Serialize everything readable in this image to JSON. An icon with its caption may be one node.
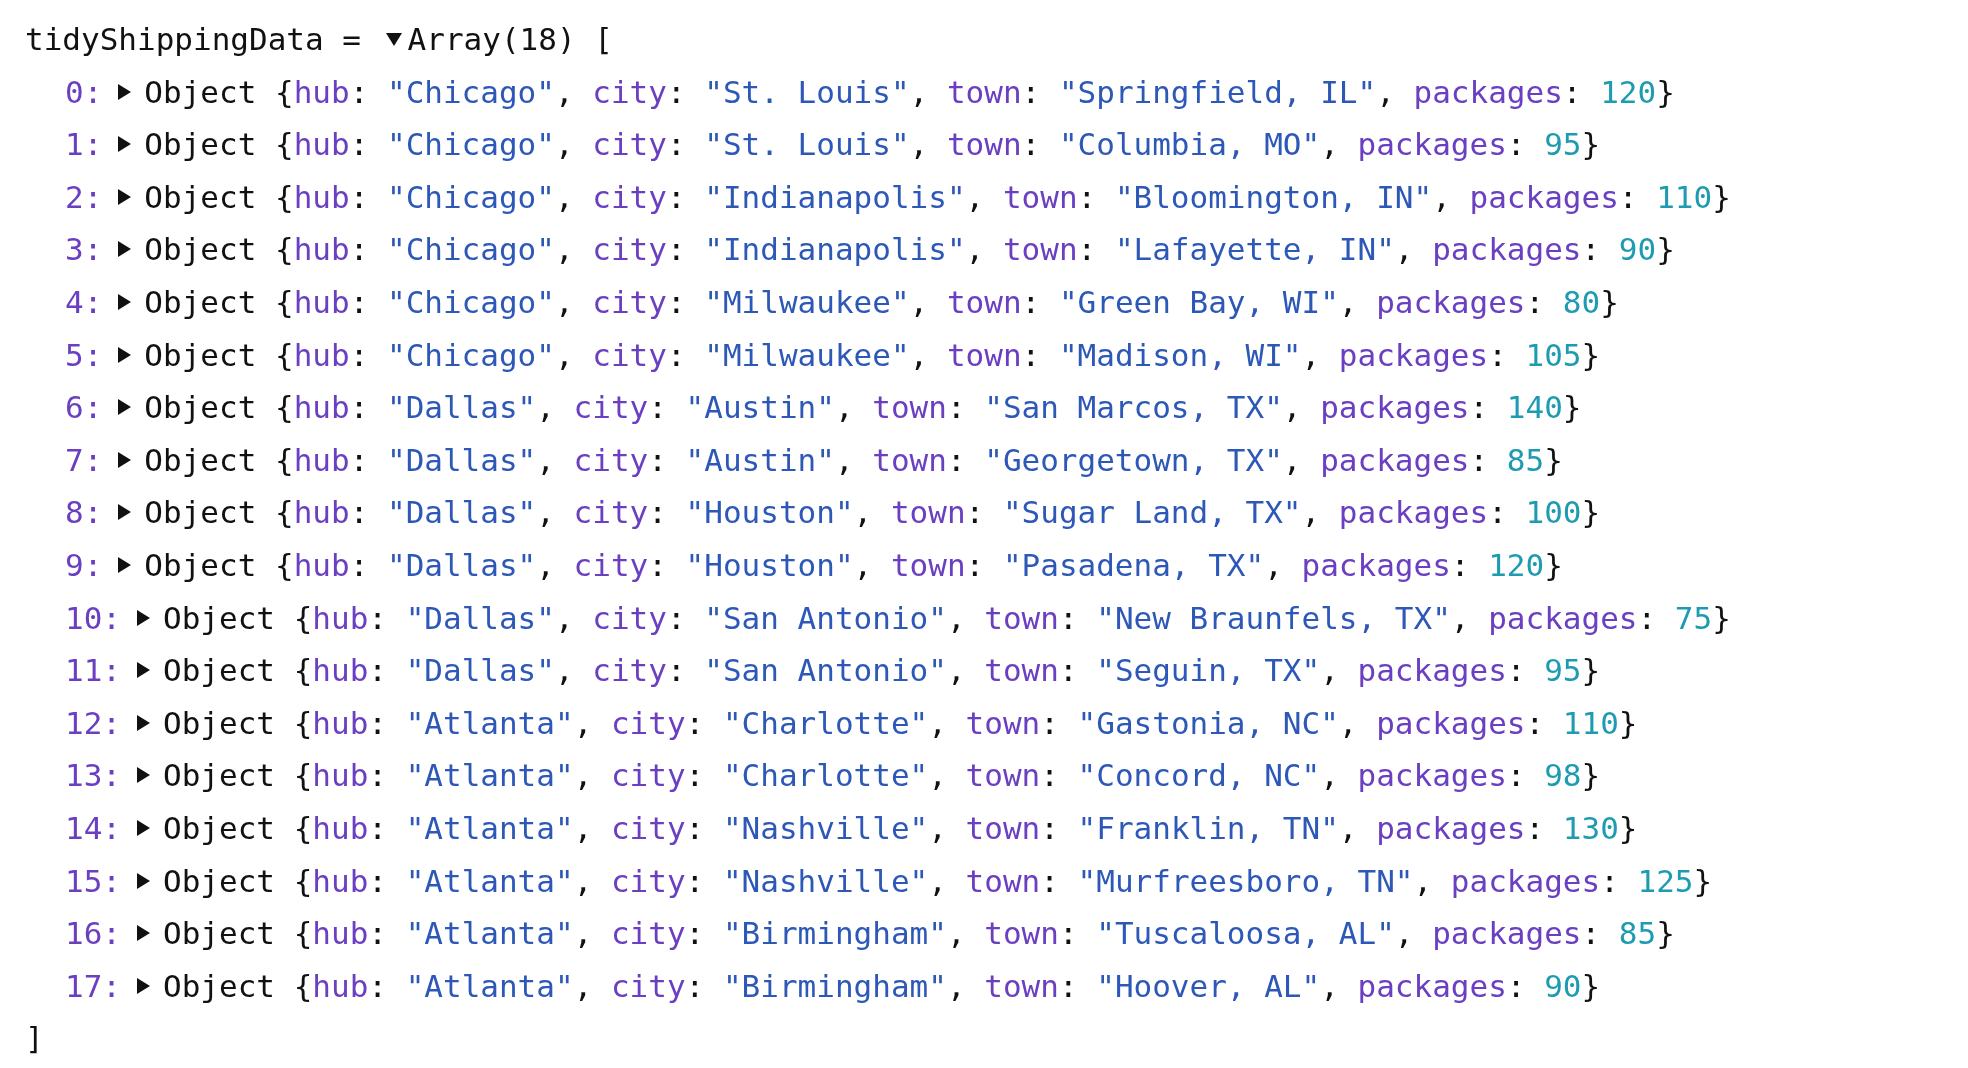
{
  "diagram": {
    "labels": [
      "tidyShippingData =",
      "Array(18) [",
      "0:",
      "Object {hub: \"Chicago\", city: \"St. Louis\", town: \"Springfield, IL\", packages: 120}",
      "1:",
      "Object {hub: \"Chicago\", city: \"St. Louis\", town: \"Columbia, MO\", packages: 95}",
      "2:",
      "Object {hub: \"Chicago\", city: \"Indianapolis\", town: \"Bloomington, IN\", packages: 110}",
      "3:",
      "Object {hub: \"Chicago\", city: \"Indianapolis\", town: \"Lafayette, IN\", packages: 90}",
      "4:",
      "Object {hub: \"Chicago\", city: \"Milwaukee\", town: \"Green Bay, WI\", packages: 80}",
      "5:",
      "Object {hub: \"Chicago\", city: \"Milwaukee\", town: \"Madison, WI\", packages: 105}",
      "6:",
      "Object {hub: \"Dallas\", city: \"Austin\", town: \"San Marcos, TX\", packages: 140}",
      "7:",
      "Object {hub: \"Dallas\", city: \"Austin\", town: \"Georgetown, TX\", packages: 85}",
      "8:",
      "Object {hub: \"Dallas\", city: \"Houston\", town: \"Sugar Land, TX\", packages: 100}",
      "9:",
      "Object {hub: \"Dallas\", city: \"Houston\", town: \"Pasadena, TX\", packages: 120}",
      "10:",
      "Object {hub: \"Dallas\", city: \"San Antonio\", town: \"New Braunfels, TX\", packages: 75}",
      "11:",
      "Object {hub: \"Dallas\", city: \"San Antonio\", town: \"Seguin, TX\", packages: 95}",
      "12:",
      "Object {hub: \"Atlanta\", city: \"Charlotte\", town: \"Gastonia, NC\", packages: 110}",
      "13:",
      "Object {hub: \"Atlanta\", city: \"Charlotte\", town: \"Concord, NC\", packages: 98}",
      "14:",
      "Object {hub: \"Atlanta\", city: \"Nashville\", town: \"Franklin, TN\", packages: 130}",
      "15:",
      "Object {hub: \"Atlanta\", city: \"Nashville\", town: \"Murfreesboro, TN\", packages: 125}",
      "16:",
      "Object {hub: \"Atlanta\", city: \"Birmingham\", town: \"Tuscaloosa, AL\", packages: 85}",
      "17:",
      "Object {hub: \"Atlanta\", city: \"Birmingham\", town: \"Hoover, AL\", packages: 90}",
      "]"
    ]
  }
}
